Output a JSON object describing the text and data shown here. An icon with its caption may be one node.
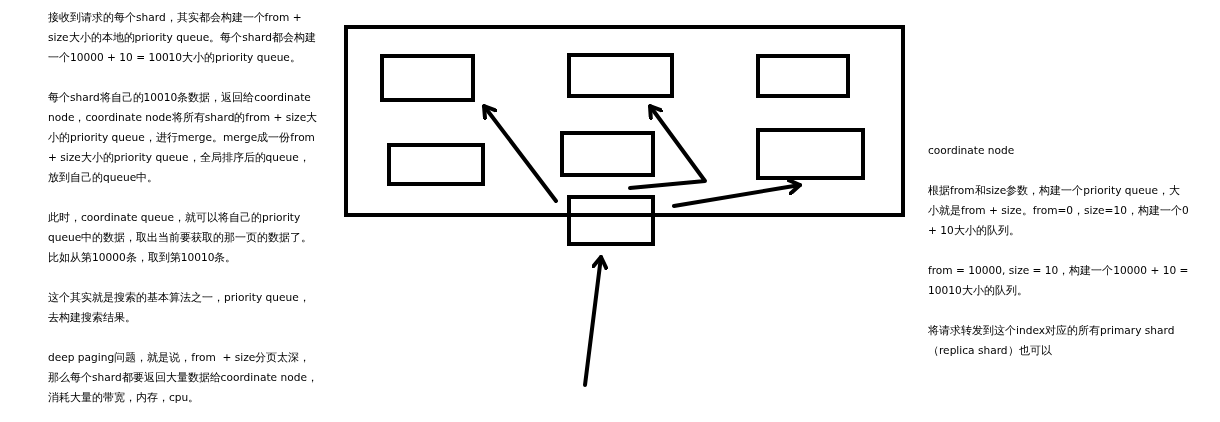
{
  "diagram": {
    "nodes": [
      {
        "text": [],
        "shape": "box"
      },
      {
        "text": [],
        "shape": "box",
        "in": 0
      },
      {
        "text": [],
        "shape": "box",
        "in": 0
      },
      {
        "text": [],
        "shape": "box",
        "in": 0
      },
      {
        "text": [],
        "shape": "box",
        "in": 0
      },
      {
        "text": [],
        "shape": "box",
        "in": 0
      },
      {
        "text": [],
        "shape": "box",
        "in": 0
      },
      {
        "text": [],
        "shape": "box"
      }
    ],
    "edges": [
      {
        "from": 7,
        "to": 1,
        "arrow": "to"
      },
      {
        "from": 7,
        "to": 2,
        "arrow": "to"
      },
      {
        "from": 7,
        "to": 6,
        "arrow": "to"
      },
      {
        "from": null,
        "to": 7,
        "arrow": "to"
      }
    ],
    "labels": [
      "接收到请求的每个shard，其实都会构建一个from + size大小的本地的priority queue。每个shard都会构建一个10000 + 10 = 10010大小的priority queue。",
      "每个shard将自己的10010条数据，返回给coordinate node，coordinate node将所有shard的from + size大小的priority queue，进行merge。merge成一份from + size大小的priority queue，全局排序后的queue，放到自己的queue中。",
      "此时，coordinate queue，就可以将自己的priority queue中的数据，取出当前要获取的那一页的数据了。比如从第10000条，取到第10010条。",
      "这个其实就是搜索的基本算法之一，priority queue，去构建搜索结果。",
      "deep paging问题，就是说，from  + size分页太深，那么每个shard都要返回大量数据给coordinate node，消耗大量的带宽，内存，cpu。",
      "coordinate node",
      "根据from和size参数，构建一个priority queue，大小就是from + size。from=0，size=10，构建一个0 + 10大小的队列。",
      "from = 10000, size = 10，构建一个10000 + 10 = 10010大小的队列。",
      "将请求转发到这个index对应的所有primary shard（replica shard）也可以"
    ]
  }
}
